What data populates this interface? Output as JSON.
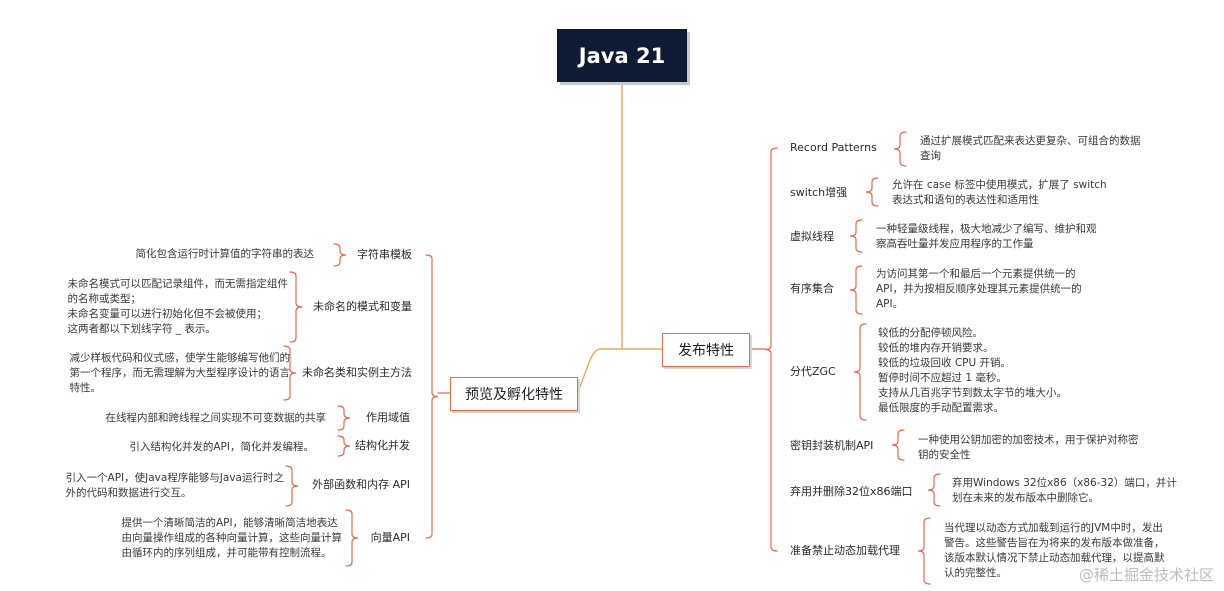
{
  "root": {
    "title": "Java 21"
  },
  "right_branch": {
    "label": "发布特性",
    "items": [
      {
        "label": "Record Patterns",
        "detail": [
          "通过扩展模式匹配来表达更复杂、可组合的数据",
          "查询"
        ]
      },
      {
        "label": "switch增强",
        "detail": [
          "允许在 case 标签中使用模式，扩展了 switch",
          "表达式和语句的表达性和适用性"
        ]
      },
      {
        "label": "虚拟线程",
        "detail": [
          "一种轻量级线程，极大地减少了编写、维护和观",
          "察高吞吐量并发应用程序的工作量"
        ]
      },
      {
        "label": "有序集合",
        "detail": [
          "为访问其第一个和最后一个元素提供统一的",
          "API，并为按相反顺序处理其元素提供统一的",
          "API。"
        ]
      },
      {
        "label": "分代ZGC",
        "detail": [
          "较低的分配停顿风险。",
          "较低的堆内存开销要求。",
          "较低的垃圾回收 CPU 开销。",
          "暂停时间不应超过 1 毫秒。",
          "支持从几百兆字节到数太字节的堆大小。",
          "最低限度的手动配置需求。"
        ]
      },
      {
        "label": "密钥封装机制API",
        "detail": [
          "一种使用公钥加密的加密技术，用于保护对称密",
          "钥的安全性"
        ]
      },
      {
        "label": "弃用并删除32位x86端口",
        "detail": [
          "弃用Windows 32位x86（x86-32）端口，并计",
          "划在未来的发布版本中删除它。"
        ]
      },
      {
        "label": "准备禁止动态加载代理",
        "detail": [
          "当代理以动态方式加载到运行的JVM中时，发出",
          "警告。这些警告旨在为将来的发布版本做准备，",
          "该版本默认情况下禁止动态加载代理，以提高默",
          "认的完整性。"
        ]
      }
    ]
  },
  "left_branch": {
    "label": "预览及孵化特性",
    "items": [
      {
        "label": "字符串模板",
        "detail": [
          "简化包含运行时计算值的字符串的表达"
        ]
      },
      {
        "label": "未命名的模式和变量",
        "detail": [
          "未命名模式可以匹配记录组件，而无需指定组件",
          "的名称或类型；",
          "未命名变量可以进行初始化但不会被使用；",
          "这两者都以下划线字符 _ 表示。"
        ]
      },
      {
        "label": "未命名类和实例主方法",
        "detail": [
          "减少样板代码和仪式感，使学生能够编写他们的",
          "第一个程序，而无需理解为大型程序设计的语言",
          "特性。"
        ]
      },
      {
        "label": "作用域值",
        "detail": [
          "在线程内部和跨线程之间实现不可变数据的共享"
        ]
      },
      {
        "label": "结构化并发",
        "detail": [
          "引入结构化并发的API，简化并发编程。"
        ]
      },
      {
        "label": "外部函数和内存 API",
        "detail": [
          "引入一个API，使Java程序能够与Java运行时之",
          "外的代码和数据进行交互。"
        ]
      },
      {
        "label": "向量API",
        "detail": [
          "提供一个清晰简洁的API，能够清晰简洁地表达",
          "由向量操作组成的各种向量计算，这些向量计算",
          "由循环内的序列组成，并可能带有控制流程。"
        ]
      }
    ]
  },
  "watermark": "@稀土掘金技术社区",
  "colors": {
    "root_bg": "#0e1b33",
    "main_line": "#f2a65a",
    "bracket": "#e86a4e"
  }
}
